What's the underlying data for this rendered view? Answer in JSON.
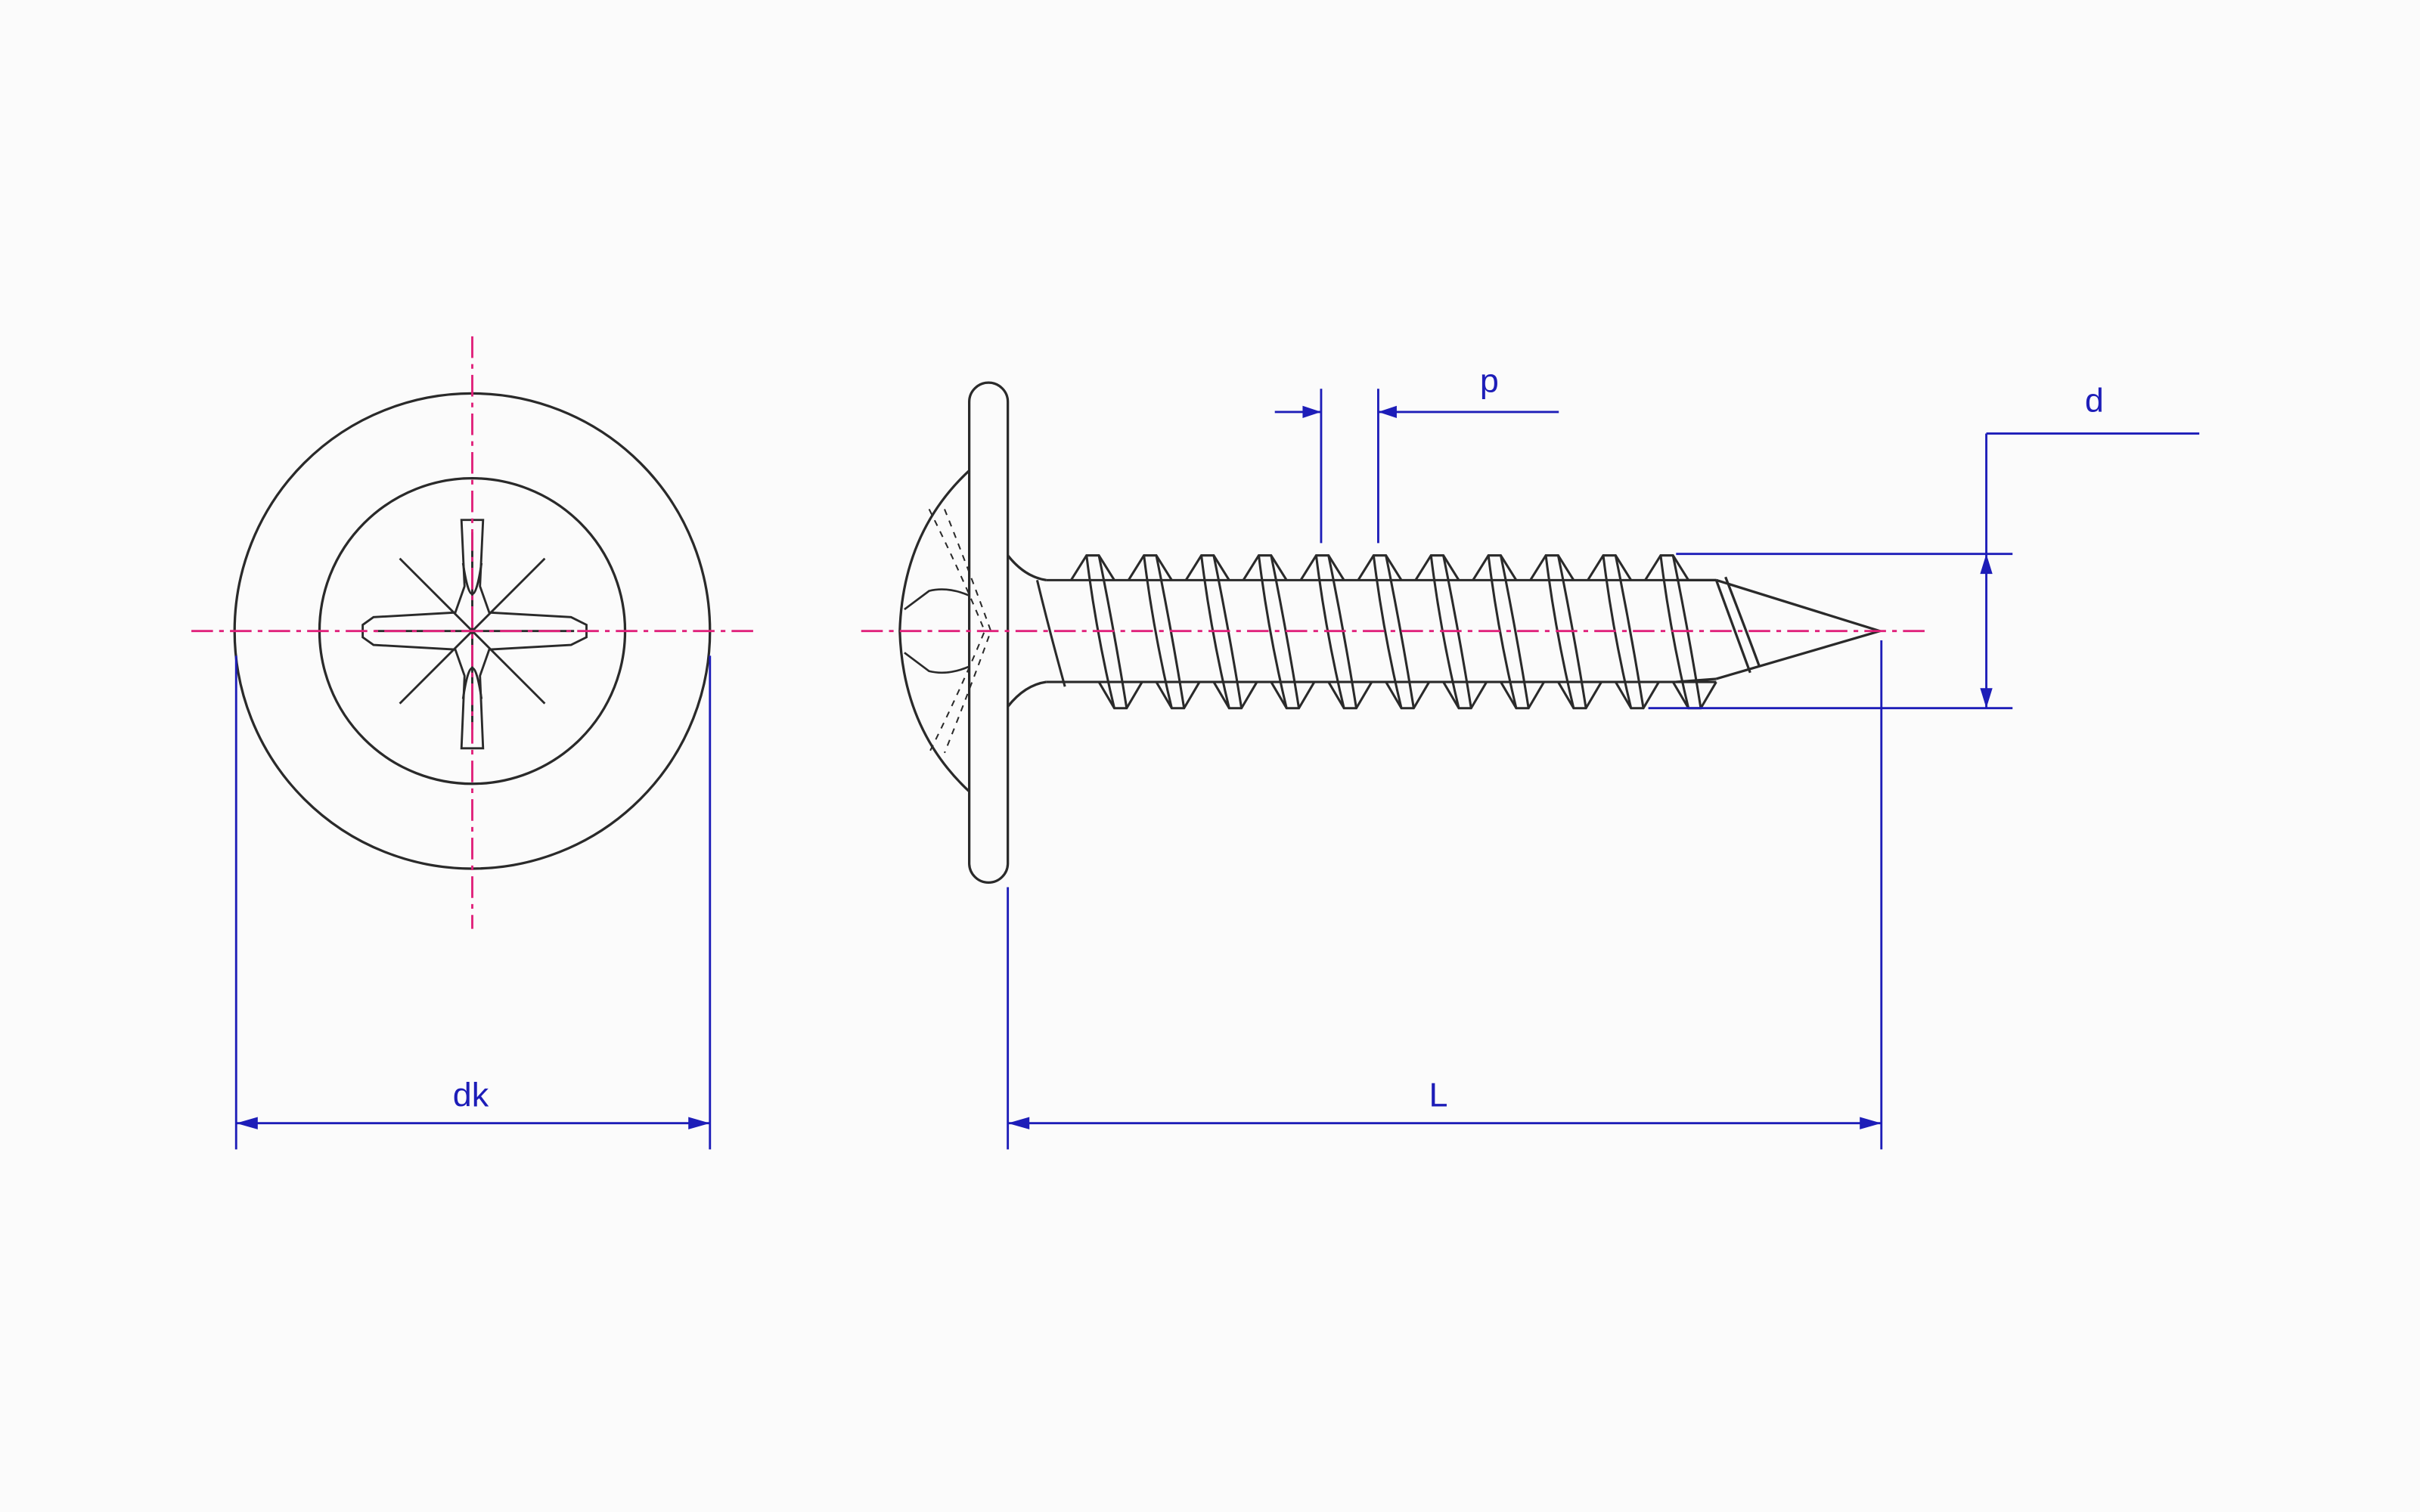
{
  "labels": {
    "dk": "dk",
    "L": "L",
    "p": "p",
    "d": "d"
  },
  "colors": {
    "background": "#fbfbfb",
    "outline": "#2a2a2a",
    "dimension": "#1d1db8",
    "centerline": "#e0207a"
  },
  "thread": {
    "crest_count": 11
  }
}
